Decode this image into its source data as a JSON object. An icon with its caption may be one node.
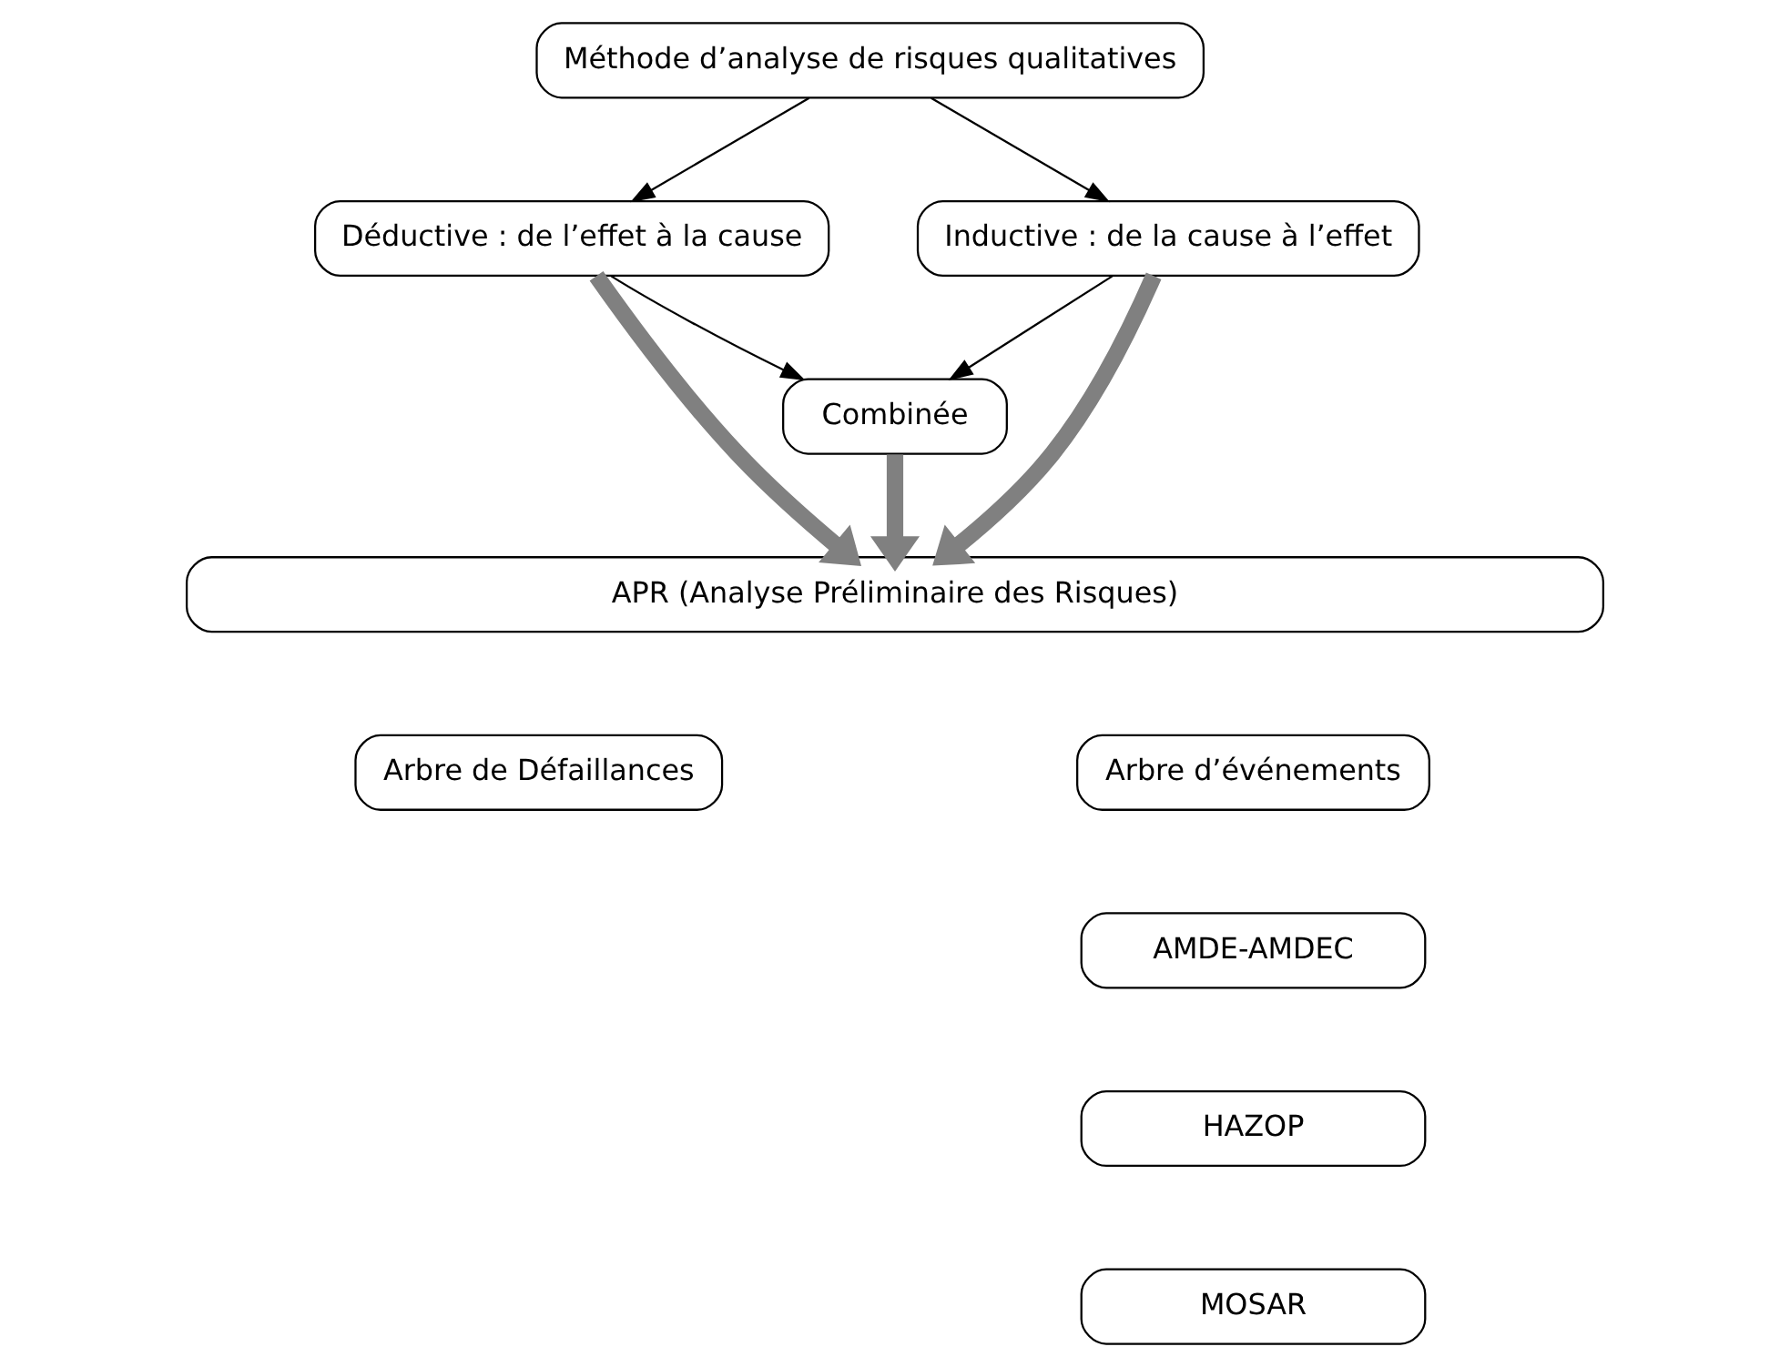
{
  "diagram": {
    "nodes": [
      {
        "text": [
          "Méthode d’analyse de risques qualitatives"
        ]
      },
      {
        "text": [
          "Déductive : de l’effet à la cause"
        ]
      },
      {
        "text": [
          "Inductive : de la cause à l’effet"
        ]
      },
      {
        "text": [
          "Combinée"
        ]
      },
      {
        "text": [
          "APR (Analyse Préliminaire des Risques)"
        ]
      },
      {
        "text": [
          "Arbre de Défaillances"
        ]
      },
      {
        "text": [
          "Arbre d’événements"
        ]
      },
      {
        "text": [
          "AMDE-AMDEC"
        ]
      },
      {
        "text": [
          "HAZOP"
        ]
      },
      {
        "text": [
          "MOSAR"
        ]
      }
    ],
    "edges": [
      {
        "from": 0,
        "to": 1,
        "arrow": "to"
      },
      {
        "from": 0,
        "to": 2,
        "arrow": "to"
      },
      {
        "from": 1,
        "to": 3,
        "arrow": "to"
      },
      {
        "from": 2,
        "to": 3,
        "arrow": "to"
      },
      {
        "from": 1,
        "to": 4,
        "arrow": "to",
        "style": "thick",
        "color": "#808080"
      },
      {
        "from": 3,
        "to": 4,
        "arrow": "to",
        "style": "thick",
        "color": "#808080"
      },
      {
        "from": 2,
        "to": 4,
        "arrow": "to",
        "style": "thick",
        "color": "#808080"
      }
    ]
  }
}
